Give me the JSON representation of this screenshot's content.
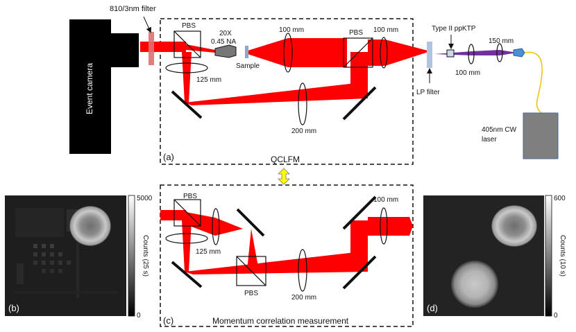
{
  "labels": {
    "filter": "810/3nm filter",
    "camera": "Event camera",
    "pbs": "PBS",
    "objective_mag": "20X",
    "objective_na": "0.45 NA",
    "sample": "Sample",
    "lens_100": "100 mm",
    "lens_125": "125 mm",
    "lens_200": "200 mm",
    "lens_150": "150 mm",
    "crystal": "Type II ppKTP",
    "lp_filter": "LP filter",
    "laser_line1": "405nm CW",
    "laser_line2": "laser",
    "panel_a": "(a)",
    "panel_b": "(b)",
    "panel_c": "(c)",
    "panel_d": "(d)",
    "qclfm": "QCLFM",
    "momentum": "Momentum correlation measurement"
  },
  "colorbar_b": {
    "max": "5000",
    "min": "0",
    "label": "Counts (25 s)"
  },
  "colorbar_d": {
    "max": "600",
    "min": "0",
    "label": "Counts (10 s)"
  },
  "colors": {
    "beam": "#ff0000",
    "pump": "#7030a0",
    "fiber": "#f0c000",
    "laser_box": "#7f7f7f",
    "arrow": "#ffff00"
  }
}
